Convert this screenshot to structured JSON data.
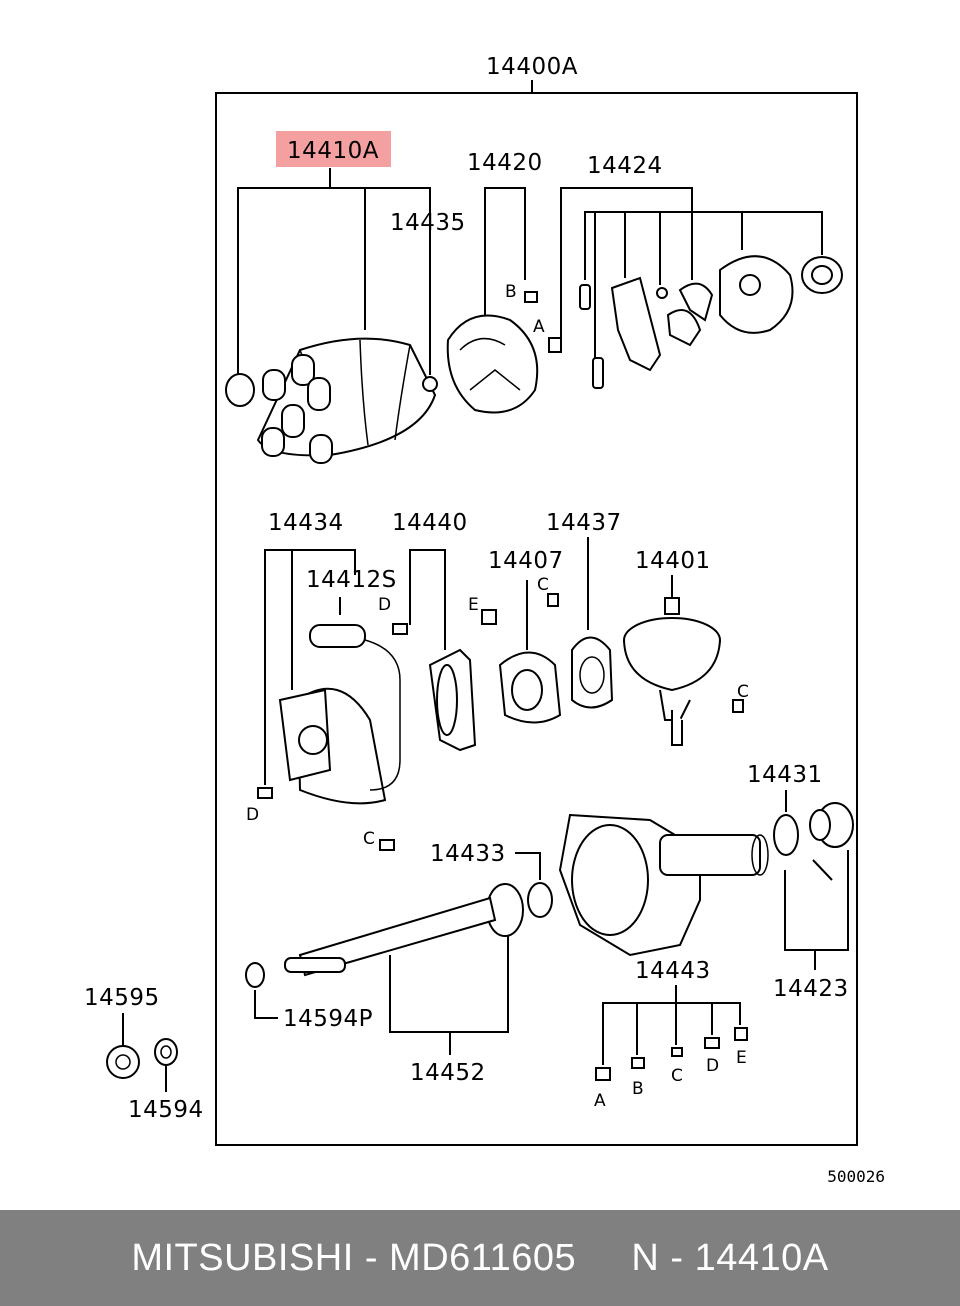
{
  "diagram": {
    "labels": {
      "assembly": "14400A",
      "cap": "14410A",
      "p14435": "14435",
      "p14420": "14420",
      "p14424": "14424",
      "p14434": "14434",
      "p14440": "14440",
      "p14437": "14437",
      "p14407": "14407",
      "p14401": "14401",
      "p14412s": "14412S",
      "p14431": "14431",
      "p14433": "14433",
      "p14443": "14443",
      "p14423": "14423",
      "p14452": "14452",
      "p14594p": "14594P",
      "p14595": "14595",
      "p14594": "14594"
    },
    "letters": {
      "a": "A",
      "b": "B",
      "c": "C",
      "d": "D",
      "e": "E"
    },
    "reference_code": "500026",
    "highlight_color": "#f4a0a0"
  },
  "footer": {
    "text": "MITSUBISHI - MD611605     N - 14410A",
    "background": "#808080",
    "color": "#ffffff"
  }
}
